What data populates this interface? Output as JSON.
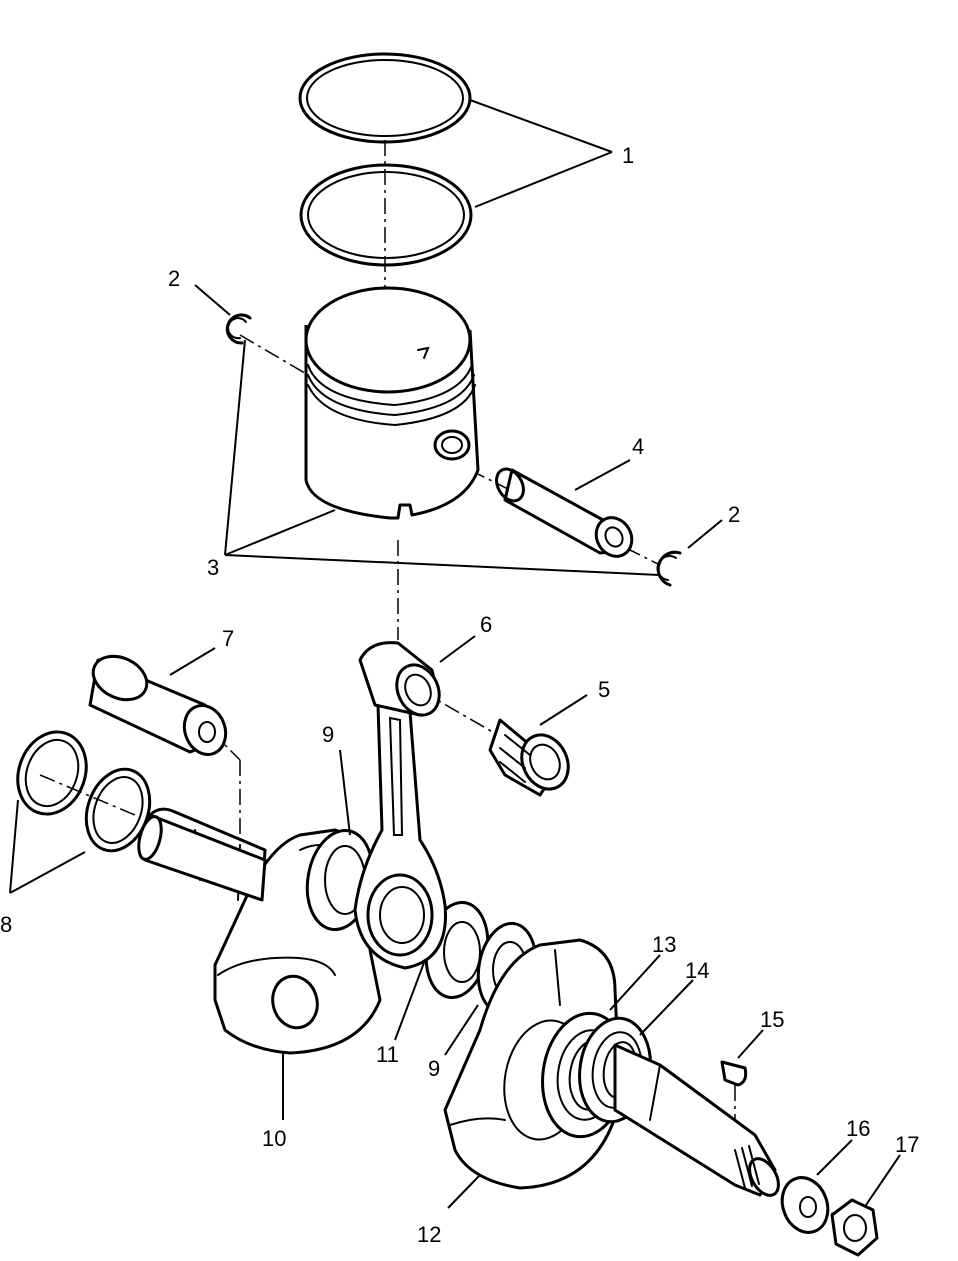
{
  "callouts": {
    "c1": "1",
    "c2a": "2",
    "c2b": "2",
    "c3": "3",
    "c4": "4",
    "c5": "5",
    "c6": "6",
    "c7": "7",
    "c8": "8",
    "c9a": "9",
    "c9b": "9",
    "c10": "10",
    "c11": "11",
    "c12": "12",
    "c13": "13",
    "c14": "14",
    "c15": "15",
    "c16": "16",
    "c17": "17"
  }
}
